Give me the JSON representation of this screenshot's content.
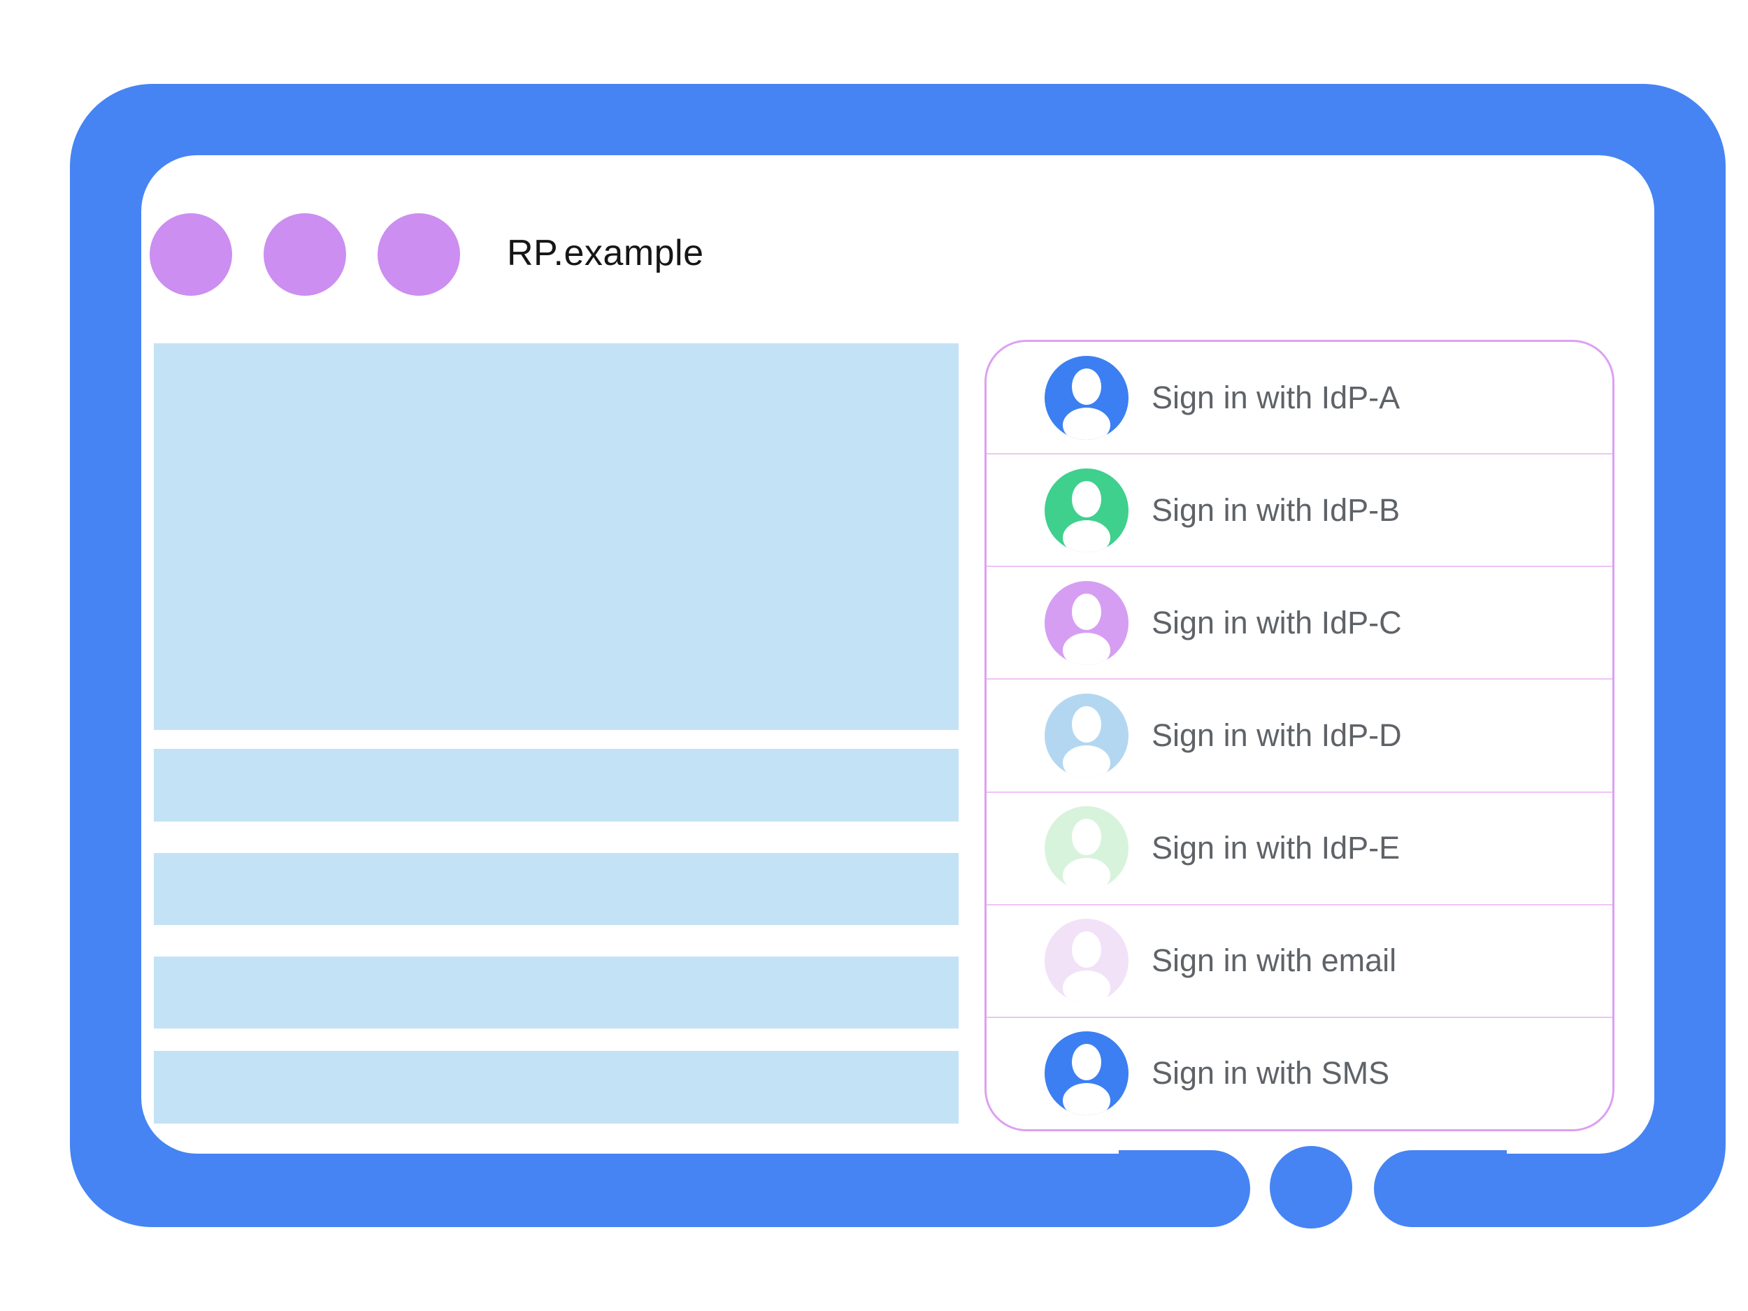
{
  "illustration": {
    "browser": {
      "title": "RP.example",
      "window_dots": [
        {
          "color": "#CC8EF0"
        },
        {
          "color": "#CC8EF0"
        },
        {
          "color": "#CC8EF0"
        }
      ]
    },
    "signin_panel": {
      "options": [
        {
          "id": "idp-a",
          "label": "Sign in with IdP-A",
          "avatar_icon": "person-icon",
          "avatar_color": "#3B7FF2"
        },
        {
          "id": "idp-b",
          "label": "Sign in with IdP-B",
          "avatar_icon": "person-icon",
          "avatar_color": "#3FD08E"
        },
        {
          "id": "idp-c",
          "label": "Sign in with IdP-C",
          "avatar_icon": "person-icon",
          "avatar_color": "#D69EF3"
        },
        {
          "id": "idp-d",
          "label": "Sign in with IdP-D",
          "avatar_icon": "person-icon",
          "avatar_color": "#B3D7F1"
        },
        {
          "id": "idp-e",
          "label": "Sign in with IdP-E",
          "avatar_icon": "person-icon",
          "avatar_color": "#D8F3DC"
        },
        {
          "id": "email",
          "label": "Sign in with email",
          "avatar_icon": "person-icon",
          "avatar_color": "#F1E2F8"
        },
        {
          "id": "sms",
          "label": "Sign in with SMS",
          "avatar_icon": "person-icon",
          "avatar_color": "#3B7FF2"
        }
      ]
    },
    "colors": {
      "frame_blue": "#4684F3",
      "placeholder_blue": "#C4E2F5",
      "dot_purple": "#CC8EF0",
      "panel_border": "#DDA0F2",
      "panel_divider": "#F0C4F4",
      "label_gray": "#5F6368",
      "title_text": "#161616"
    }
  }
}
